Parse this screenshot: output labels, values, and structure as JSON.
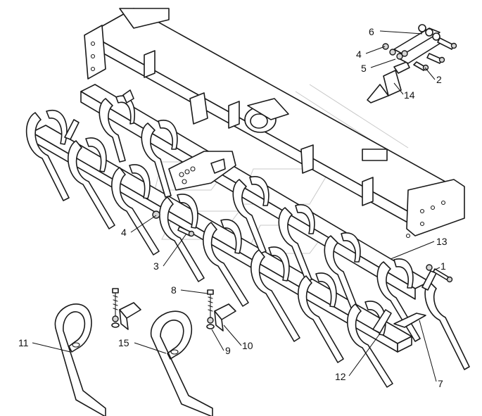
{
  "callouts": [
    {
      "id": "c6",
      "label": "6"
    },
    {
      "id": "c4a",
      "label": "4"
    },
    {
      "id": "c5",
      "label": "5"
    },
    {
      "id": "c2",
      "label": "2"
    },
    {
      "id": "c14",
      "label": "14"
    },
    {
      "id": "c4b",
      "label": "4"
    },
    {
      "id": "c3",
      "label": "3"
    },
    {
      "id": "c13",
      "label": "13"
    },
    {
      "id": "c1",
      "label": "1"
    },
    {
      "id": "c8",
      "label": "8"
    },
    {
      "id": "c10",
      "label": "10"
    },
    {
      "id": "c9",
      "label": "9"
    },
    {
      "id": "c11",
      "label": "11"
    },
    {
      "id": "c15",
      "label": "15"
    },
    {
      "id": "c12",
      "label": "12"
    },
    {
      "id": "c7",
      "label": "7"
    }
  ]
}
